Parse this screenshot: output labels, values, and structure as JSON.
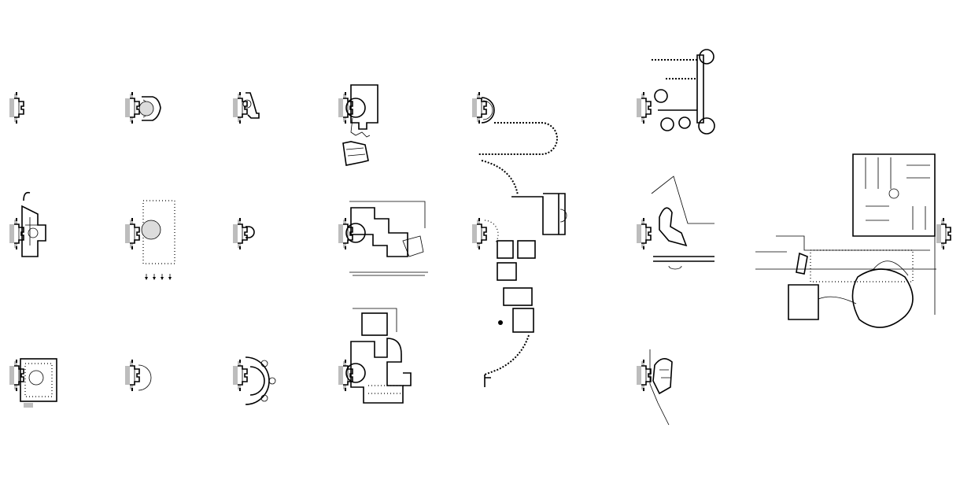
{
  "drawing": {
    "background": "#ffffff",
    "ink": "#000000",
    "shade": "#bdbdbd",
    "plan_count": 19,
    "plans": [
      {
        "id": "plan-r1-c1",
        "marker": "compass-marker-icon"
      },
      {
        "id": "plan-r1-c2",
        "marker": "compass-marker-icon"
      },
      {
        "id": "plan-r1-c3",
        "marker": "compass-marker-icon"
      },
      {
        "id": "plan-r1-c4",
        "marker": "compass-marker-icon"
      },
      {
        "id": "plan-r1-c5",
        "marker": "compass-marker-icon"
      },
      {
        "id": "plan-r1-c6",
        "marker": "compass-marker-icon"
      },
      {
        "id": "plan-r2-c1",
        "marker": "compass-marker-icon"
      },
      {
        "id": "plan-r2-c2",
        "marker": "compass-marker-icon"
      },
      {
        "id": "plan-r2-c3",
        "marker": "compass-marker-icon"
      },
      {
        "id": "plan-r2-c4",
        "marker": "compass-marker-icon"
      },
      {
        "id": "plan-r2-c5",
        "marker": "compass-marker-icon"
      },
      {
        "id": "plan-r2-c6",
        "marker": "compass-marker-icon"
      },
      {
        "id": "plan-r2-c7",
        "marker": "compass-marker-icon"
      },
      {
        "id": "plan-r3-c1",
        "marker": "compass-marker-icon"
      },
      {
        "id": "plan-r3-c2",
        "marker": "compass-marker-icon"
      },
      {
        "id": "plan-r3-c3",
        "marker": "compass-marker-icon"
      },
      {
        "id": "plan-r3-c4",
        "marker": "compass-marker-icon"
      },
      {
        "id": "plan-r3-c6",
        "marker": "compass-marker-icon"
      }
    ]
  }
}
